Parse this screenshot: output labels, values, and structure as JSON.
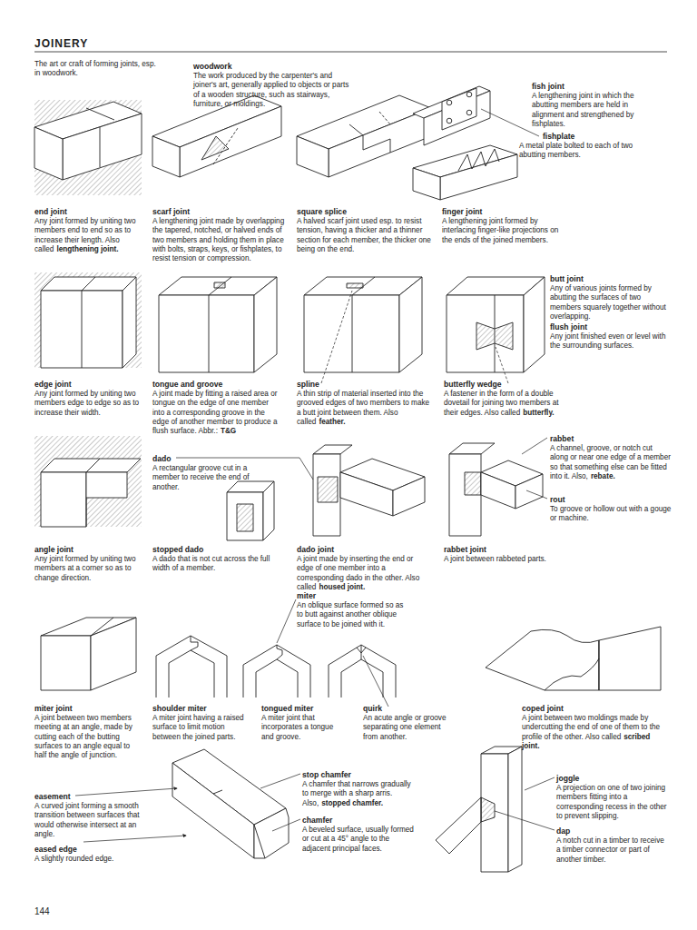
{
  "diagram": {
    "title": "JOINERY",
    "labels": [
      "The art or craft of forming joints, esp. in woodwork.",
      "woodwork",
      "The work produced by the carpenter's and joiner's art, generally applied to objects or parts of a wooden structure, such as stairways, furniture, or moldings.",
      "fish joint",
      "A lengthening joint in which the abutting members are held in alignment and strengthened by fishplates.",
      "fishplate",
      "A metal plate bolted to each of two abutting members.",
      "end joint",
      "Any joint formed by uniting two members end to end so as to increase their length. Also called",
      "lengthening joint.",
      "scarf joint",
      "A lengthening joint made by overlapping the tapered, notched, or halved ends of two members and holding them in place with bolts, straps, keys, or fishplates, to resist tension or compression.",
      "square splice",
      "A halved scarf joint used esp. to resist tension, having a thicker and a thinner section for each member, the thicker one being on the end.",
      "finger joint",
      "A lengthening joint formed by interlacing finger-like projections on the ends of the joined members.",
      "butt joint",
      "Any of various joints formed by abutting the surfaces of two members squarely together without overlapping.",
      "flush joint",
      "Any joint finished even or level with the surrounding surfaces.",
      "edge joint",
      "Any joint formed by uniting two members edge to edge so as to increase their width.",
      "tongue and groove",
      "A joint made by fitting a raised area or tongue on the edge of one member into a corresponding groove in the edge of another member to produce a flush surface. Abbr.:",
      "T&G",
      "spline",
      "A thin strip of material inserted into the grooved edges of two members to make a butt joint between them. Also called",
      "feather.",
      "butterfly wedge",
      "A fastener in the form of a double dovetail for joining two members at their edges. Also called",
      "butterfly.",
      "rabbet",
      "A channel, groove, or notch cut along or near one edge of a member so that something else can be fitted into it. Also,",
      "rebate.",
      "rout",
      "To groove or hollow out with a gouge or machine.",
      "dado",
      "A rectangular groove cut in a member to receive the end of another.",
      "angle joint",
      "Any joint formed by uniting two members at a corner so as to change direction.",
      "stopped dado",
      "A dado that is not cut across the full width of a member.",
      "dado joint",
      "A joint made by inserting the end or edge of one member into a corresponding dado in the other. Also called",
      "housed joint.",
      "rabbet joint",
      "A joint between rabbeted parts.",
      "miter",
      "An oblique surface formed so as to butt against another oblique surface to be joined with it.",
      "miter joint",
      "A joint between two members meeting at an angle, made by cutting each of the butting surfaces to an angle equal to half the angle of junction.",
      "shoulder miter",
      "A miter joint having a raised surface to limit motion between the joined parts.",
      "tongued miter",
      "A miter joint that incorporates a tongue and groove.",
      "quirk",
      "An acute angle or groove separating one element from another.",
      "coped joint",
      "A joint between two moldings made by undercutting the end of one of them to the profile of the other. Also called",
      "scribed joint.",
      "stop chamfer",
      "A chamfer that narrows gradually to merge with a sharp arris. Also,",
      "stopped chamfer.",
      "chamfer",
      "A beveled surface, usually formed or cut at a 45° angle to the adjacent principal faces.",
      "easement",
      "A curved joint forming a smooth transition between surfaces that would otherwise intersect at an angle.",
      "eased edge",
      "A slightly rounded edge.",
      "joggle",
      "A projection on one of two joining members fitting into a corresponding recess in the other to prevent slipping.",
      "dap",
      "A notch cut in a timber to receive a timber connector or part of another timber.",
      "144"
    ]
  }
}
